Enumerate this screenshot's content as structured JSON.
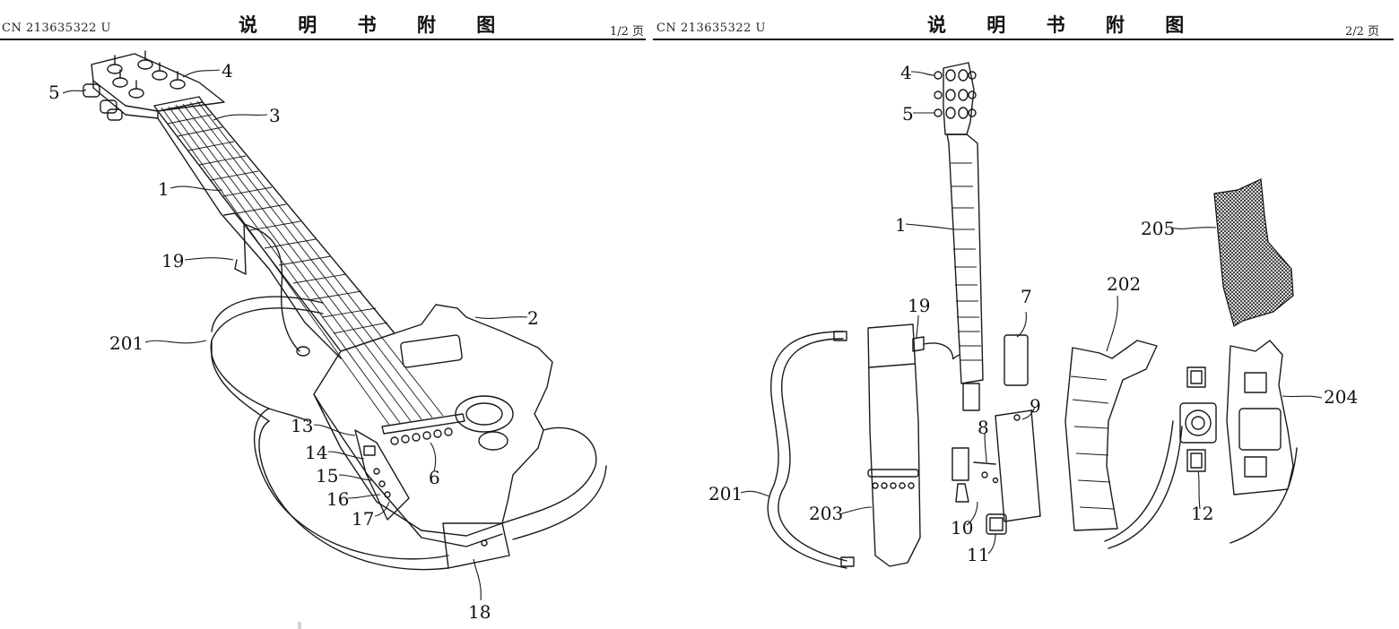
{
  "left_sheet": {
    "publication_number": "CN 213635322 U",
    "title": "说 明 书 附 图",
    "page_indicator": "1/2 页",
    "reference_labels": [
      "4",
      "5",
      "3",
      "1",
      "19",
      "201",
      "2",
      "13",
      "14",
      "15",
      "16",
      "17",
      "6",
      "18"
    ]
  },
  "right_sheet": {
    "publication_number": "CN 213635322 U",
    "title": "说 明 书 附 图",
    "page_indicator": "2/2 页",
    "reference_labels": [
      "4",
      "5",
      "1",
      "205",
      "202",
      "7",
      "19",
      "9",
      "8",
      "204",
      "201",
      "203",
      "10",
      "11",
      "12"
    ]
  }
}
